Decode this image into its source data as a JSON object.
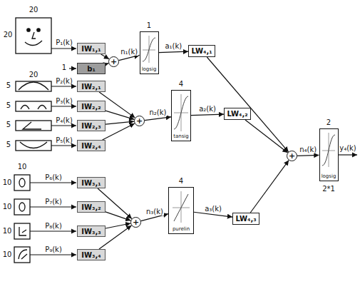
{
  "diagram": {
    "nodes": [
      {
        "text": [
          "IW₁,₁"
        ]
      },
      {
        "text": [
          "b₁"
        ]
      },
      {
        "text": [
          "+"
        ]
      },
      {
        "text": [
          "1",
          "logsig"
        ]
      },
      {
        "text": [
          "LW₄,₁"
        ]
      },
      {
        "text": [
          "IW₂,₁"
        ]
      },
      {
        "text": [
          "IW₂,₂"
        ]
      },
      {
        "text": [
          "IW₂,₃"
        ]
      },
      {
        "text": [
          "IW₂,₄"
        ]
      },
      {
        "text": [
          "+"
        ]
      },
      {
        "text": [
          "4",
          "tansig"
        ]
      },
      {
        "text": [
          "LW₄,₂"
        ]
      },
      {
        "text": [
          "IW₃,₁"
        ]
      },
      {
        "text": [
          "IW₃,₂"
        ]
      },
      {
        "text": [
          "IW₃,₃"
        ]
      },
      {
        "text": [
          "IW₃,₄"
        ]
      },
      {
        "text": [
          "+"
        ]
      },
      {
        "text": [
          "4",
          "purelin"
        ]
      },
      {
        "text": [
          "LW₄,₃"
        ]
      },
      {
        "text": [
          "+"
        ]
      },
      {
        "text": [
          "2",
          "logsig"
        ]
      }
    ],
    "edges": [
      {
        "from": 0,
        "to": 2,
        "arrow": "to"
      },
      {
        "from": 1,
        "to": 2,
        "arrow": "to"
      },
      {
        "from": 2,
        "to": 3,
        "label": "n₁(k)",
        "arrow": "to"
      },
      {
        "from": 3,
        "to": 4,
        "label": "a₁(k)",
        "arrow": "to"
      },
      {
        "from": 5,
        "to": 9,
        "arrow": "to"
      },
      {
        "from": 6,
        "to": 9,
        "arrow": "to"
      },
      {
        "from": 7,
        "to": 9,
        "arrow": "to"
      },
      {
        "from": 8,
        "to": 9,
        "arrow": "to"
      },
      {
        "from": 9,
        "to": 10,
        "label": "n₂(k)",
        "arrow": "to"
      },
      {
        "from": 10,
        "to": 11,
        "label": "a₂(k)",
        "arrow": "to"
      },
      {
        "from": 12,
        "to": 16,
        "arrow": "to"
      },
      {
        "from": 13,
        "to": 16,
        "arrow": "to"
      },
      {
        "from": 14,
        "to": 16,
        "arrow": "to"
      },
      {
        "from": 15,
        "to": 16,
        "arrow": "to"
      },
      {
        "from": 16,
        "to": 17,
        "label": "n₃(k)",
        "arrow": "to"
      },
      {
        "from": 17,
        "to": 18,
        "label": "a₃(k)",
        "arrow": "to"
      },
      {
        "from": 4,
        "to": 19,
        "arrow": "to"
      },
      {
        "from": 11,
        "to": 19,
        "arrow": "to"
      },
      {
        "from": 18,
        "to": 19,
        "arrow": "to"
      },
      {
        "from": 19,
        "to": 20,
        "label": "n₄(k)",
        "arrow": "to"
      }
    ],
    "labels": [
      "20",
      "20",
      "P₁(k)",
      "1",
      "20",
      "5",
      "P₂(k)",
      "5",
      "P₃(k)",
      "5",
      "P₄(k)",
      "5",
      "P₅(k)",
      "10",
      "10",
      "P₆(k)",
      "10",
      "P₇(k)",
      "10",
      "P₈(k)",
      "10",
      "P₉(k)",
      "y₄(k)",
      "2*1"
    ]
  }
}
